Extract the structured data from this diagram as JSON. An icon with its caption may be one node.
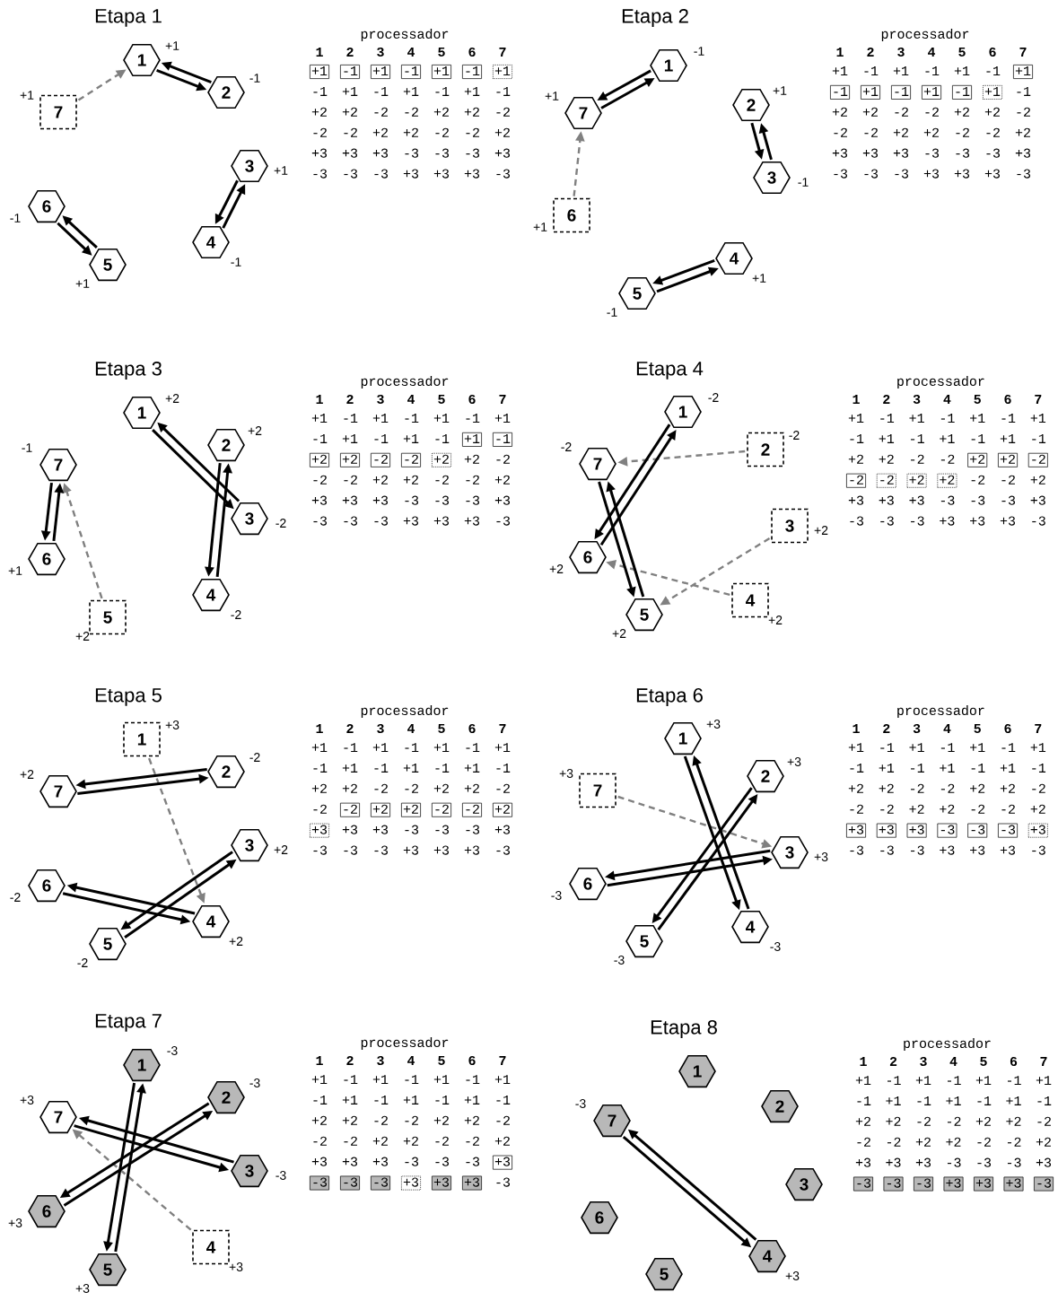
{
  "diagram": {
    "nodes": [
      {
        "text": [
          "1"
        ],
        "beside": [
          "+1"
        ]
      },
      {
        "text": [
          "2"
        ],
        "beside": [
          "-1"
        ]
      },
      {
        "text": [
          "3"
        ],
        "beside": [
          "+1"
        ]
      },
      {
        "text": [
          "4"
        ],
        "beside": [
          "-1"
        ]
      },
      {
        "text": [
          "5"
        ],
        "beside": [
          "+1"
        ]
      },
      {
        "text": [
          "6"
        ],
        "beside": [
          "-1"
        ]
      },
      {
        "text": [
          "7"
        ],
        "beside": [
          "+1"
        ]
      },
      {
        "text": [
          "1"
        ],
        "beside": [
          "-1"
        ]
      },
      {
        "text": [
          "2"
        ],
        "beside": [
          "+1"
        ]
      },
      {
        "text": [
          "3"
        ],
        "beside": [
          "-1"
        ]
      },
      {
        "text": [
          "4"
        ],
        "beside": [
          "+1"
        ]
      },
      {
        "text": [
          "5"
        ],
        "beside": [
          "-1"
        ]
      },
      {
        "text": [
          "6"
        ],
        "beside": [
          "+1"
        ]
      },
      {
        "text": [
          "7"
        ],
        "beside": [
          "+1"
        ]
      },
      {
        "text": [
          "1"
        ],
        "beside": [
          "+2"
        ]
      },
      {
        "text": [
          "2"
        ],
        "beside": [
          "+2"
        ]
      },
      {
        "text": [
          "3"
        ],
        "beside": [
          "-2"
        ]
      },
      {
        "text": [
          "4"
        ],
        "beside": [
          "-2"
        ]
      },
      {
        "text": [
          "5"
        ],
        "beside": [
          "+2"
        ]
      },
      {
        "text": [
          "6"
        ],
        "beside": [
          "+1"
        ]
      },
      {
        "text": [
          "7"
        ],
        "beside": [
          "-1"
        ]
      },
      {
        "text": [
          "1"
        ],
        "beside": [
          "-2"
        ]
      },
      {
        "text": [
          "2"
        ],
        "beside": [
          "-2"
        ]
      },
      {
        "text": [
          "3"
        ],
        "beside": [
          "+2"
        ]
      },
      {
        "text": [
          "4"
        ],
        "beside": [
          "+2"
        ]
      },
      {
        "text": [
          "5"
        ],
        "beside": [
          "+2"
        ]
      },
      {
        "text": [
          "6"
        ],
        "beside": [
          "+2"
        ]
      },
      {
        "text": [
          "7"
        ],
        "beside": [
          "-2"
        ]
      },
      {
        "text": [
          "1"
        ],
        "beside": [
          "+3"
        ]
      },
      {
        "text": [
          "2"
        ],
        "beside": [
          "-2"
        ]
      },
      {
        "text": [
          "3"
        ],
        "beside": [
          "+2"
        ]
      },
      {
        "text": [
          "4"
        ],
        "beside": [
          "+2"
        ]
      },
      {
        "text": [
          "5"
        ],
        "beside": [
          "-2"
        ]
      },
      {
        "text": [
          "6"
        ],
        "beside": [
          "-2"
        ]
      },
      {
        "text": [
          "7"
        ],
        "beside": [
          "+2"
        ]
      },
      {
        "text": [
          "1"
        ],
        "beside": [
          "+3"
        ]
      },
      {
        "text": [
          "2"
        ],
        "beside": [
          "+3"
        ]
      },
      {
        "text": [
          "3"
        ],
        "beside": [
          "+3"
        ]
      },
      {
        "text": [
          "4"
        ],
        "beside": [
          "-3"
        ]
      },
      {
        "text": [
          "5"
        ],
        "beside": [
          "-3"
        ]
      },
      {
        "text": [
          "6"
        ],
        "beside": [
          "-3"
        ]
      },
      {
        "text": [
          "7"
        ],
        "beside": [
          "+3"
        ]
      },
      {
        "text": [
          "1"
        ],
        "beside": [
          "-3"
        ]
      },
      {
        "text": [
          "2"
        ],
        "beside": [
          "-3"
        ]
      },
      {
        "text": [
          "3"
        ],
        "beside": [
          "-3"
        ]
      },
      {
        "text": [
          "4"
        ],
        "beside": [
          "+3"
        ]
      },
      {
        "text": [
          "5"
        ],
        "beside": [
          "+3"
        ]
      },
      {
        "text": [
          "6"
        ],
        "beside": [
          "+3"
        ]
      },
      {
        "text": [
          "7"
        ],
        "beside": [
          "+3"
        ]
      },
      {
        "text": [
          "1"
        ]
      },
      {
        "text": [
          "2"
        ]
      },
      {
        "text": [
          "3"
        ]
      },
      {
        "text": [
          "4"
        ],
        "beside": [
          "+3"
        ]
      },
      {
        "text": [
          "5"
        ]
      },
      {
        "text": [
          "6"
        ]
      },
      {
        "text": [
          "7"
        ],
        "beside": [
          "-3"
        ]
      }
    ],
    "edges": [
      {
        "from": 6,
        "to": 0,
        "arrow": "to",
        "style": "dashed",
        "color": "#808080"
      },
      {
        "from": 0,
        "to": 1,
        "arrow": "to"
      },
      {
        "from": 1,
        "to": 0,
        "arrow": "to"
      },
      {
        "from": 2,
        "to": 3,
        "arrow": "to"
      },
      {
        "from": 3,
        "to": 2,
        "arrow": "to"
      },
      {
        "from": 5,
        "to": 4,
        "arrow": "to"
      },
      {
        "from": 4,
        "to": 5,
        "arrow": "to"
      },
      {
        "from": 12,
        "to": 13,
        "arrow": "to",
        "style": "dashed",
        "color": "#808080"
      },
      {
        "from": 13,
        "to": 7,
        "arrow": "to"
      },
      {
        "from": 7,
        "to": 13,
        "arrow": "to"
      },
      {
        "from": 8,
        "to": 9,
        "arrow": "to"
      },
      {
        "from": 9,
        "to": 8,
        "arrow": "to"
      },
      {
        "from": 10,
        "to": 11,
        "arrow": "to"
      },
      {
        "from": 11,
        "to": 10,
        "arrow": "to"
      },
      {
        "from": 18,
        "to": 20,
        "arrow": "to",
        "style": "dashed",
        "color": "#808080"
      },
      {
        "from": 14,
        "to": 16,
        "arrow": "to"
      },
      {
        "from": 16,
        "to": 14,
        "arrow": "to"
      },
      {
        "from": 15,
        "to": 17,
        "arrow": "to"
      },
      {
        "from": 17,
        "to": 15,
        "arrow": "to"
      },
      {
        "from": 20,
        "to": 19,
        "arrow": "to"
      },
      {
        "from": 19,
        "to": 20,
        "arrow": "to"
      },
      {
        "from": 22,
        "to": 27,
        "arrow": "to",
        "style": "dashed",
        "color": "#808080"
      },
      {
        "from": 23,
        "to": 25,
        "arrow": "to",
        "style": "dashed",
        "color": "#808080"
      },
      {
        "from": 24,
        "to": 26,
        "arrow": "to",
        "style": "dashed",
        "color": "#808080"
      },
      {
        "from": 21,
        "to": 26,
        "arrow": "to"
      },
      {
        "from": 26,
        "to": 21,
        "arrow": "to"
      },
      {
        "from": 27,
        "to": 25,
        "arrow": "to"
      },
      {
        "from": 25,
        "to": 27,
        "arrow": "to"
      },
      {
        "from": 28,
        "to": 31,
        "arrow": "to",
        "style": "dashed",
        "color": "#808080"
      },
      {
        "from": 34,
        "to": 29,
        "arrow": "to"
      },
      {
        "from": 29,
        "to": 34,
        "arrow": "to"
      },
      {
        "from": 30,
        "to": 32,
        "arrow": "to"
      },
      {
        "from": 32,
        "to": 30,
        "arrow": "to"
      },
      {
        "from": 33,
        "to": 31,
        "arrow": "to"
      },
      {
        "from": 31,
        "to": 33,
        "arrow": "to"
      },
      {
        "from": 41,
        "to": 37,
        "arrow": "to",
        "style": "dashed",
        "color": "#808080"
      },
      {
        "from": 35,
        "to": 38,
        "arrow": "to"
      },
      {
        "from": 38,
        "to": 35,
        "arrow": "to"
      },
      {
        "from": 36,
        "to": 39,
        "arrow": "to"
      },
      {
        "from": 39,
        "to": 36,
        "arrow": "to"
      },
      {
        "from": 37,
        "to": 40,
        "arrow": "to"
      },
      {
        "from": 40,
        "to": 37,
        "arrow": "to"
      },
      {
        "from": 45,
        "to": 48,
        "arrow": "to",
        "style": "dashed",
        "color": "#808080"
      },
      {
        "from": 42,
        "to": 46,
        "arrow": "to"
      },
      {
        "from": 46,
        "to": 42,
        "arrow": "to"
      },
      {
        "from": 43,
        "to": 47,
        "arrow": "to"
      },
      {
        "from": 47,
        "to": 43,
        "arrow": "to"
      },
      {
        "from": 44,
        "to": 48,
        "arrow": "to"
      },
      {
        "from": 48,
        "to": 44,
        "arrow": "to"
      },
      {
        "from": 55,
        "to": 52,
        "arrow": "to"
      },
      {
        "from": 52,
        "to": 55,
        "arrow": "to"
      }
    ],
    "labels": [
      "Etapa 1",
      "processador",
      "1",
      "2",
      "3",
      "4",
      "5",
      "6",
      "7",
      "+1",
      "-1",
      "+1",
      "-1",
      "+1",
      "-1",
      "+1",
      "-1",
      "+1",
      "-1",
      "+1",
      "-1",
      "+1",
      "-1",
      "+2",
      "+2",
      "-2",
      "-2",
      "+2",
      "+2",
      "-2",
      "-2",
      "-2",
      "+2",
      "+2",
      "-2",
      "-2",
      "+2",
      "+3",
      "+3",
      "+3",
      "-3",
      "-3",
      "-3",
      "+3",
      "-3",
      "-3",
      "-3",
      "+3",
      "+3",
      "+3",
      "-3",
      "Etapa 2",
      "processador",
      "1",
      "2",
      "3",
      "4",
      "5",
      "6",
      "7",
      "+1",
      "-1",
      "+1",
      "-1",
      "+1",
      "-1",
      "+1",
      "-1",
      "+1",
      "-1",
      "+1",
      "-1",
      "+1",
      "-1",
      "+2",
      "+2",
      "-2",
      "-2",
      "+2",
      "+2",
      "-2",
      "-2",
      "-2",
      "+2",
      "+2",
      "-2",
      "-2",
      "+2",
      "+3",
      "+3",
      "+3",
      "-3",
      "-3",
      "-3",
      "+3",
      "-3",
      "-3",
      "-3",
      "+3",
      "+3",
      "+3",
      "-3",
      "Etapa 3",
      "processador",
      "1",
      "2",
      "3",
      "4",
      "5",
      "6",
      "7",
      "+1",
      "-1",
      "+1",
      "-1",
      "+1",
      "-1",
      "+1",
      "-1",
      "+1",
      "-1",
      "+1",
      "-1",
      "+1",
      "-1",
      "+2",
      "+2",
      "-2",
      "-2",
      "+2",
      "+2",
      "-2",
      "-2",
      "-2",
      "+2",
      "+2",
      "-2",
      "-2",
      "+2",
      "+3",
      "+3",
      "+3",
      "-3",
      "-3",
      "-3",
      "+3",
      "-3",
      "-3",
      "-3",
      "+3",
      "+3",
      "+3",
      "-3",
      "Etapa 4",
      "processador",
      "1",
      "2",
      "3",
      "4",
      "5",
      "6",
      "7",
      "+1",
      "-1",
      "+1",
      "-1",
      "+1",
      "-1",
      "+1",
      "-1",
      "+1",
      "-1",
      "+1",
      "-1",
      "+1",
      "-1",
      "+2",
      "+2",
      "-2",
      "-2",
      "+2",
      "+2",
      "-2",
      "-2",
      "-2",
      "+2",
      "+2",
      "-2",
      "-2",
      "+2",
      "+3",
      "+3",
      "+3",
      "-3",
      "-3",
      "-3",
      "+3",
      "-3",
      "-3",
      "-3",
      "+3",
      "+3",
      "+3",
      "-3",
      "Etapa 5",
      "processador",
      "1",
      "2",
      "3",
      "4",
      "5",
      "6",
      "7",
      "+1",
      "-1",
      "+1",
      "-1",
      "+1",
      "-1",
      "+1",
      "-1",
      "+1",
      "-1",
      "+1",
      "-1",
      "+1",
      "-1",
      "+2",
      "+2",
      "-2",
      "-2",
      "+2",
      "+2",
      "-2",
      "-2",
      "-2",
      "+2",
      "+2",
      "-2",
      "-2",
      "+2",
      "+3",
      "+3",
      "+3",
      "-3",
      "-3",
      "-3",
      "+3",
      "-3",
      "-3",
      "-3",
      "+3",
      "+3",
      "+3",
      "-3",
      "Etapa 6",
      "processador",
      "1",
      "2",
      "3",
      "4",
      "5",
      "6",
      "7",
      "+1",
      "-1",
      "+1",
      "-1",
      "+1",
      "-1",
      "+1",
      "-1",
      "+1",
      "-1",
      "+1",
      "-1",
      "+1",
      "-1",
      "+2",
      "+2",
      "-2",
      "-2",
      "+2",
      "+2",
      "-2",
      "-2",
      "-2",
      "+2",
      "+2",
      "-2",
      "-2",
      "+2",
      "+3",
      "+3",
      "+3",
      "-3",
      "-3",
      "-3",
      "+3",
      "-3",
      "-3",
      "-3",
      "+3",
      "+3",
      "+3",
      "-3",
      "Etapa 7",
      "processador",
      "1",
      "2",
      "3",
      "4",
      "5",
      "6",
      "7",
      "+1",
      "-1",
      "+1",
      "-1",
      "+1",
      "-1",
      "+1",
      "-1",
      "+1",
      "-1",
      "+1",
      "-1",
      "+1",
      "-1",
      "+2",
      "+2",
      "-2",
      "-2",
      "+2",
      "+2",
      "-2",
      "-2",
      "-2",
      "+2",
      "+2",
      "-2",
      "-2",
      "+2",
      "+3",
      "+3",
      "+3",
      "-3",
      "-3",
      "-3",
      "+3",
      "-3",
      "-3",
      "-3",
      "+3",
      "+3",
      "+3",
      "-3",
      "Etapa 8",
      "processador",
      "1",
      "2",
      "3",
      "4",
      "5",
      "6",
      "7",
      "+1",
      "-1",
      "+1",
      "-1",
      "+1",
      "-1",
      "+1",
      "-1",
      "+1",
      "-1",
      "+1",
      "-1",
      "+1",
      "-1",
      "+2",
      "+2",
      "-2",
      "-2",
      "+2",
      "+2",
      "-2",
      "-2",
      "-2",
      "+2",
      "+2",
      "-2",
      "-2",
      "+2",
      "+3",
      "+3",
      "+3",
      "-3",
      "-3",
      "-3",
      "+3",
      "-3",
      "-3",
      "-3",
      "+3",
      "+3",
      "+3",
      "-3"
    ]
  }
}
